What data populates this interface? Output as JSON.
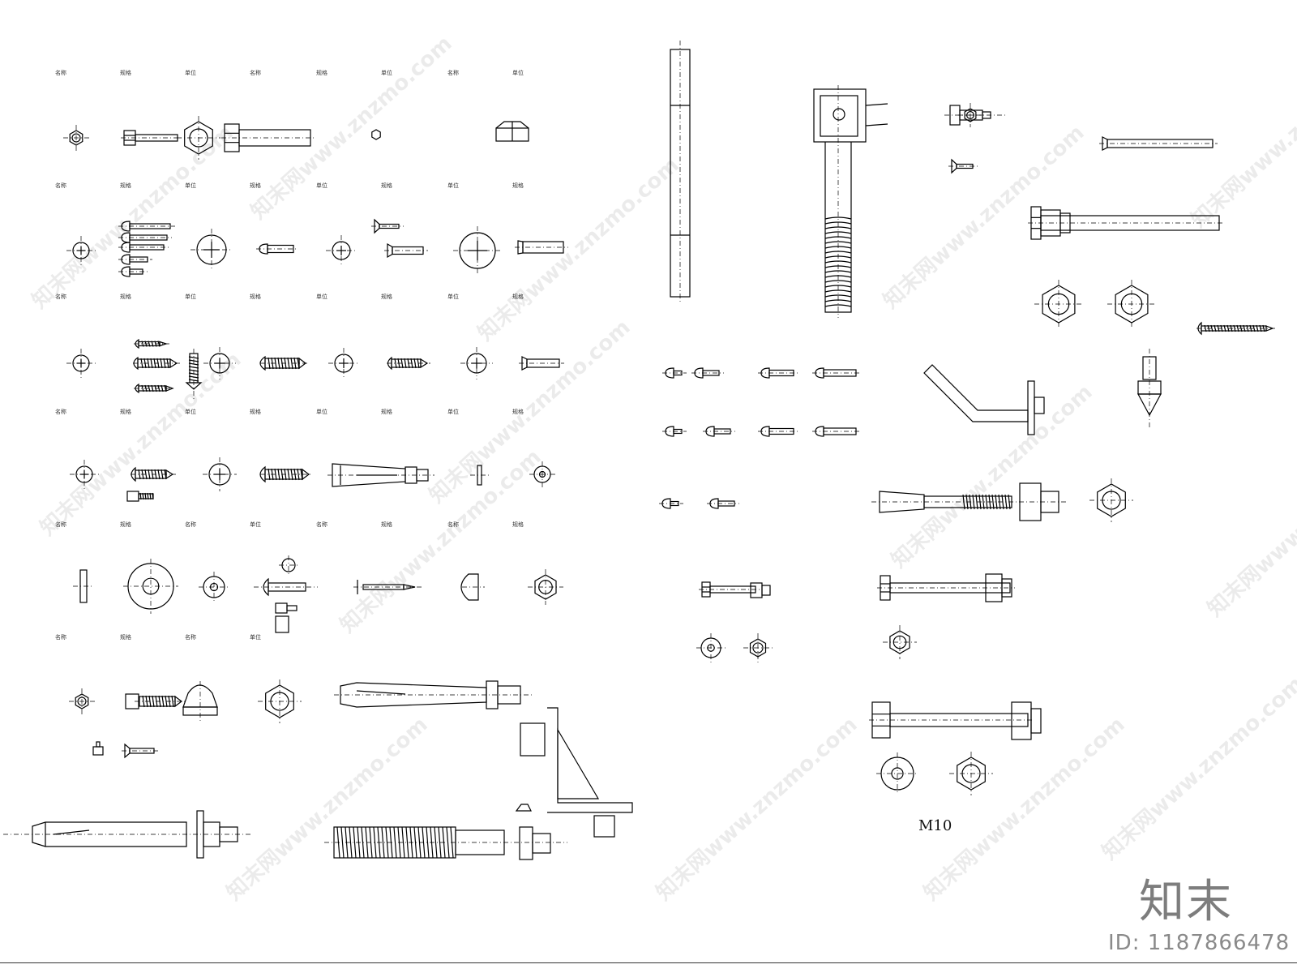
{
  "drawing": {
    "size_label": "M10",
    "brand_text": "知末",
    "id_text": "ID: 1187866478",
    "watermark_text": "知末网www.znzmo.com",
    "line_color": "#000000",
    "label_color": "#333333"
  },
  "table_labels": [
    [
      "名称",
      "规格",
      "单位",
      "名称",
      "规格",
      "单位",
      "名称",
      "单位"
    ],
    [
      "名称",
      "规格",
      "单位",
      "规格",
      "单位",
      "规格",
      "单位",
      "规格"
    ],
    [
      "名称",
      "规格",
      "单位",
      "规格",
      "单位",
      "规格",
      "单位",
      "规格"
    ],
    [
      "名称",
      "规格",
      "单位",
      "规格",
      "单位",
      "规格",
      "单位",
      "规格"
    ],
    [
      "名称",
      "规格",
      "名称",
      "单位",
      "名称",
      "规格",
      "名称",
      "规格"
    ],
    [
      "名称",
      "规格",
      "名称",
      "单位"
    ]
  ]
}
